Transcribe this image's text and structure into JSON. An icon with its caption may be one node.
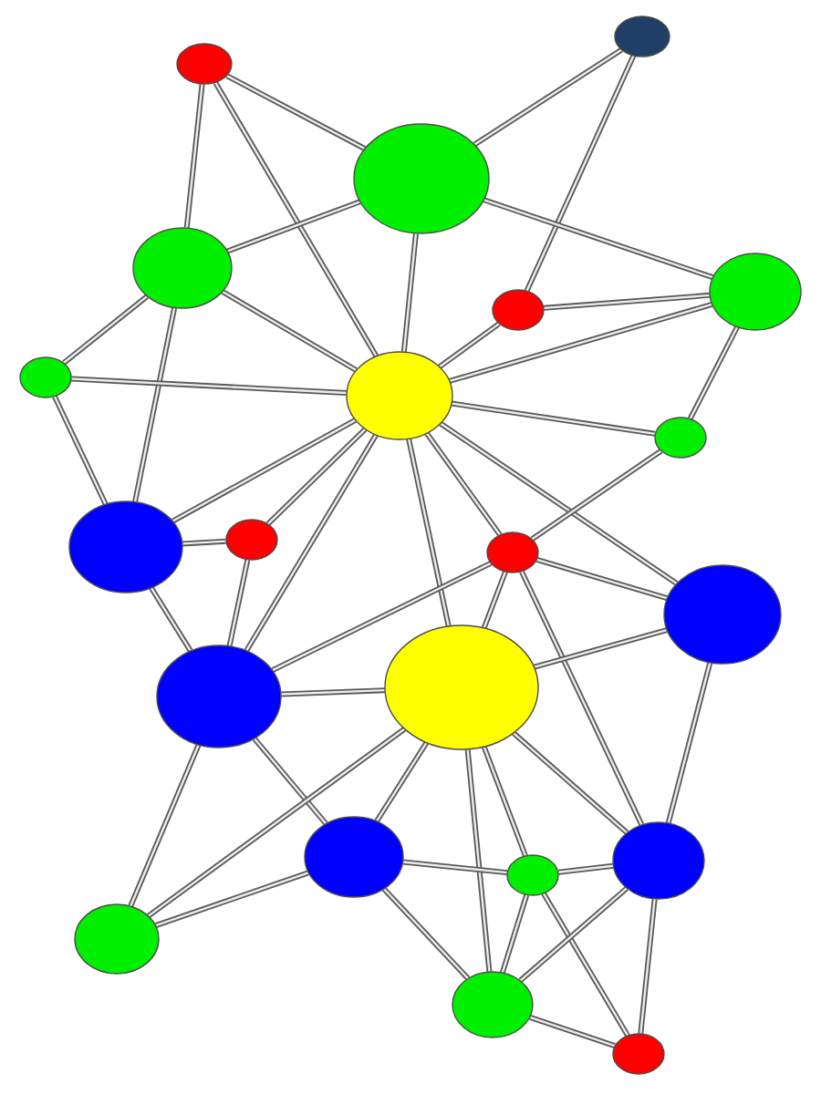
{
  "diagram": {
    "nodes": [
      {
        "text": [],
        "shape": "circle"
      },
      {
        "text": [],
        "shape": "circle"
      },
      {
        "text": [],
        "shape": "circle"
      },
      {
        "text": [],
        "shape": "circle"
      },
      {
        "text": [],
        "shape": "circle"
      },
      {
        "text": [],
        "shape": "circle"
      },
      {
        "text": [],
        "shape": "circle"
      },
      {
        "text": [],
        "shape": "circle"
      },
      {
        "text": [],
        "shape": "circle"
      },
      {
        "text": [],
        "shape": "circle"
      },
      {
        "text": [],
        "shape": "circle"
      },
      {
        "text": [],
        "shape": "circle"
      },
      {
        "text": [],
        "shape": "circle"
      },
      {
        "text": [],
        "shape": "circle"
      },
      {
        "text": [],
        "shape": "circle"
      },
      {
        "text": [],
        "shape": "circle"
      },
      {
        "text": [],
        "shape": "circle"
      },
      {
        "text": [],
        "shape": "circle"
      },
      {
        "text": [],
        "shape": "circle"
      },
      {
        "text": [],
        "shape": "circle"
      },
      {
        "text": [],
        "shape": "circle"
      }
    ],
    "edges": [
      {
        "from": 0,
        "to": 3,
        "arrow": "none"
      },
      {
        "from": 0,
        "to": 2,
        "arrow": "none"
      },
      {
        "from": 0,
        "to": 7,
        "arrow": "none"
      },
      {
        "from": 1,
        "to": 2,
        "arrow": "none"
      },
      {
        "from": 1,
        "to": 4,
        "arrow": "none"
      },
      {
        "from": 2,
        "to": 3,
        "arrow": "none"
      },
      {
        "from": 2,
        "to": 7,
        "arrow": "none"
      },
      {
        "from": 2,
        "to": 5,
        "arrow": "none"
      },
      {
        "from": 3,
        "to": 6,
        "arrow": "none"
      },
      {
        "from": 3,
        "to": 9,
        "arrow": "none"
      },
      {
        "from": 3,
        "to": 7,
        "arrow": "none"
      },
      {
        "from": 4,
        "to": 5,
        "arrow": "none"
      },
      {
        "from": 4,
        "to": 7,
        "arrow": "none"
      },
      {
        "from": 5,
        "to": 7,
        "arrow": "none"
      },
      {
        "from": 5,
        "to": 8,
        "arrow": "none"
      },
      {
        "from": 6,
        "to": 7,
        "arrow": "none"
      },
      {
        "from": 6,
        "to": 9,
        "arrow": "none"
      },
      {
        "from": 7,
        "to": 8,
        "arrow": "none"
      },
      {
        "from": 7,
        "to": 9,
        "arrow": "none"
      },
      {
        "from": 7,
        "to": 10,
        "arrow": "none"
      },
      {
        "from": 7,
        "to": 13,
        "arrow": "none"
      },
      {
        "from": 7,
        "to": 14,
        "arrow": "none"
      },
      {
        "from": 7,
        "to": 11,
        "arrow": "none"
      },
      {
        "from": 7,
        "to": 12,
        "arrow": "none"
      },
      {
        "from": 8,
        "to": 11,
        "arrow": "none"
      },
      {
        "from": 9,
        "to": 10,
        "arrow": "none"
      },
      {
        "from": 9,
        "to": 13,
        "arrow": "none"
      },
      {
        "from": 10,
        "to": 13,
        "arrow": "none"
      },
      {
        "from": 13,
        "to": 11,
        "arrow": "none"
      },
      {
        "from": 11,
        "to": 14,
        "arrow": "none"
      },
      {
        "from": 11,
        "to": 17,
        "arrow": "none"
      },
      {
        "from": 11,
        "to": 12,
        "arrow": "none"
      },
      {
        "from": 12,
        "to": 14,
        "arrow": "none"
      },
      {
        "from": 12,
        "to": 17,
        "arrow": "none"
      },
      {
        "from": 13,
        "to": 14,
        "arrow": "none"
      },
      {
        "from": 13,
        "to": 15,
        "arrow": "none"
      },
      {
        "from": 13,
        "to": 18,
        "arrow": "none"
      },
      {
        "from": 14,
        "to": 15,
        "arrow": "none"
      },
      {
        "from": 14,
        "to": 16,
        "arrow": "none"
      },
      {
        "from": 14,
        "to": 17,
        "arrow": "none"
      },
      {
        "from": 14,
        "to": 19,
        "arrow": "none"
      },
      {
        "from": 14,
        "to": 18,
        "arrow": "none"
      },
      {
        "from": 15,
        "to": 18,
        "arrow": "none"
      },
      {
        "from": 15,
        "to": 16,
        "arrow": "none"
      },
      {
        "from": 15,
        "to": 19,
        "arrow": "none"
      },
      {
        "from": 16,
        "to": 17,
        "arrow": "none"
      },
      {
        "from": 16,
        "to": 19,
        "arrow": "none"
      },
      {
        "from": 16,
        "to": 20,
        "arrow": "none"
      },
      {
        "from": 17,
        "to": 19,
        "arrow": "none"
      },
      {
        "from": 17,
        "to": 20,
        "arrow": "none"
      },
      {
        "from": 19,
        "to": 20,
        "arrow": "none"
      }
    ]
  }
}
